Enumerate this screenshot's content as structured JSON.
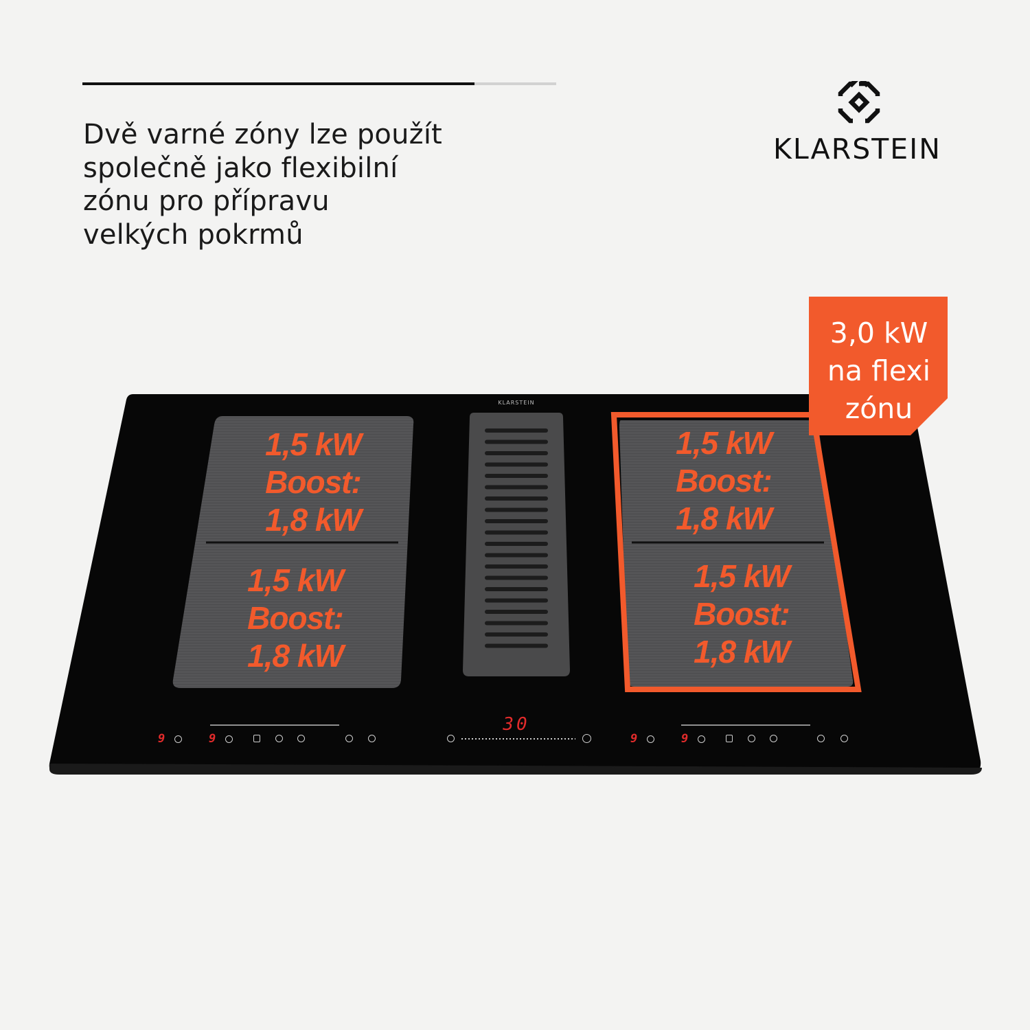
{
  "progress": {
    "fraction": 0.827
  },
  "headline": [
    "Dvě varné zóny lze použít",
    "společně jako flexibilní",
    "zónu pro přípravu",
    "velkých pokrmů"
  ],
  "brand": {
    "name": "KLARSTEIN"
  },
  "badge": {
    "lines": [
      "3,0 kW",
      "na flexi",
      "zónu"
    ],
    "color": "#f25a2c"
  },
  "hob": {
    "brand": "KLARSTEIN",
    "timer": "30",
    "zones": {
      "left_top": [
        "1,5 kW",
        "Boost:",
        "1,8 kW"
      ],
      "left_bottom": [
        "1,5 kW",
        "Boost:",
        "1,8 kW"
      ],
      "right_top": [
        "1,5 kW",
        "Boost:",
        "1,8 kW"
      ],
      "right_bottom": [
        "1,5 kW",
        "Boost:",
        "1,8 kW"
      ]
    },
    "level_digits": [
      "9",
      "9",
      "9",
      "9"
    ],
    "accent_color": "#f25a2c"
  }
}
